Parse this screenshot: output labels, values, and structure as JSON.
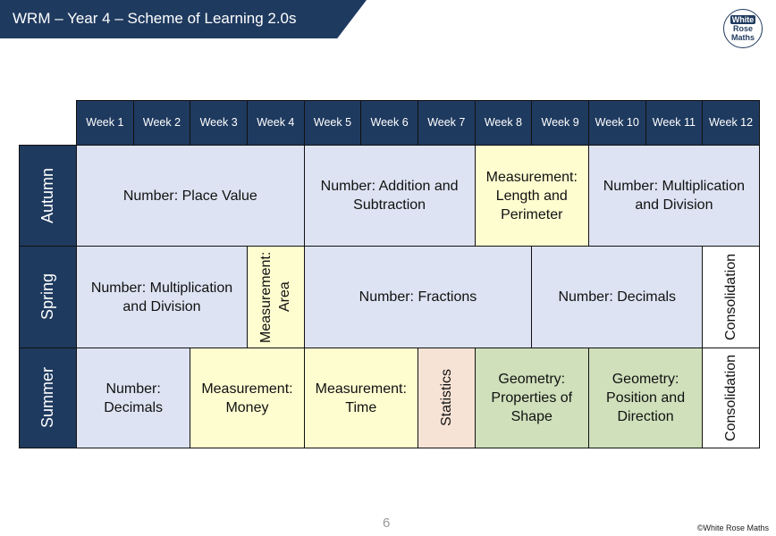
{
  "header": {
    "title": "WRM – Year 4 – Scheme of Learning 2.0s",
    "logo": [
      "White",
      "Rose",
      "Maths"
    ]
  },
  "weeks": [
    "Week 1",
    "Week 2",
    "Week 3",
    "Week 4",
    "Week 5",
    "Week 6",
    "Week 7",
    "Week 8",
    "Week 9",
    "Week 10",
    "Week 11",
    "Week 12"
  ],
  "terms": {
    "autumn": {
      "label": "Autumn",
      "blocks": [
        "Number: Place Value",
        "Number: Addition and Subtraction",
        "Measurement: Length and Perimeter",
        "Number: Multiplication and Division"
      ]
    },
    "spring": {
      "label": "Spring",
      "blocks": [
        "Number: Multiplication and Division",
        "Measurement: Area",
        "Number: Fractions",
        "Number: Decimals",
        "Consolidation"
      ]
    },
    "summer": {
      "label": "Summer",
      "blocks": [
        "Number: Decimals",
        "Measurement: Money",
        "Measurement: Time",
        "Statistics",
        "Geometry: Properties of Shape",
        "Geometry: Position and Direction",
        "Consolidation"
      ]
    }
  },
  "footer": {
    "page": "6",
    "copyright": "©White Rose Maths"
  }
}
